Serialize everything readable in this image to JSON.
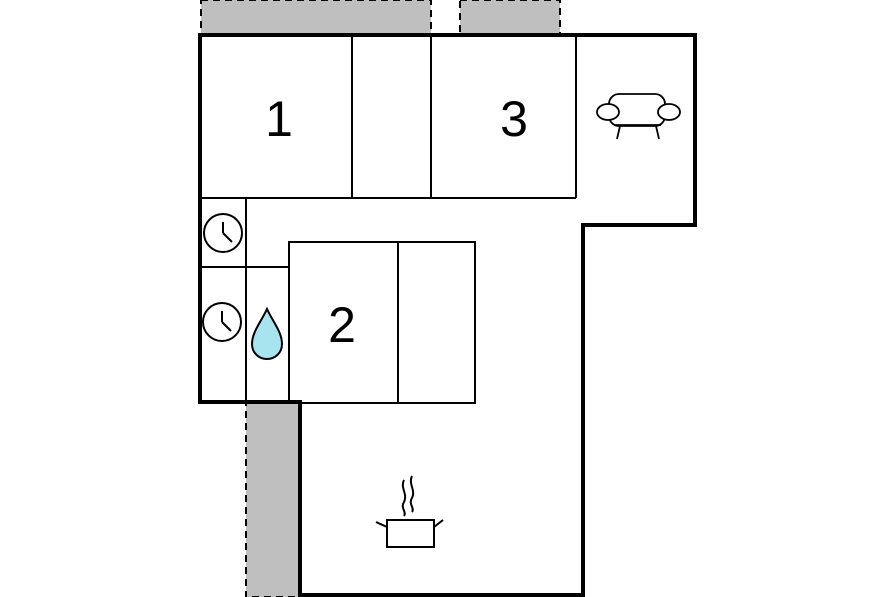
{
  "floorplan": {
    "rooms": [
      {
        "id": "bedroom-1",
        "label": "1"
      },
      {
        "id": "bedroom-2",
        "label": "2"
      },
      {
        "id": "bedroom-3",
        "label": "3"
      }
    ],
    "icons": [
      "clock-icon",
      "clock-icon",
      "water-drop-icon",
      "sofa-icon",
      "cooking-pot-icon"
    ],
    "colors": {
      "wall": "#000000",
      "terrace": "#bfbfbf",
      "water": "#a8e4ef",
      "background": "#ffffff"
    }
  }
}
